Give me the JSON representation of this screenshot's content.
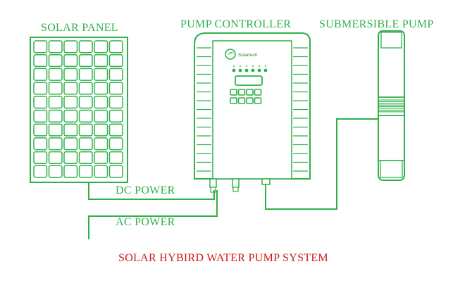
{
  "colors": {
    "green": "#2fb14a",
    "title_red": "#cc1a1a",
    "line_dark": "#1d8a35"
  },
  "labels": {
    "solar_panel": "SOLAR PANEL",
    "pump_controller": "PUMP CONTROLLER",
    "submersible_pump": "SUBMERSIBLE PUMP",
    "dc_power": "DC POWER",
    "ac_power": "AC POWER",
    "system_title": "SOLAR HYBIRD WATER PUMP SYSTEM"
  },
  "controller": {
    "brand": "Solartech"
  },
  "icons": {
    "brand_logo": "solartech-logo-icon"
  }
}
